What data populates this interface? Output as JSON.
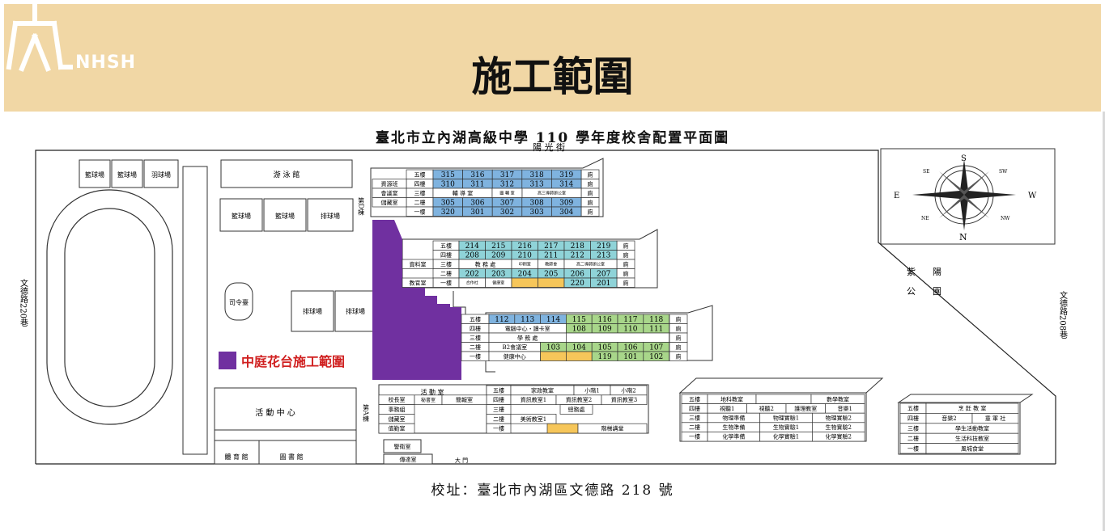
{
  "header": {
    "logo_text": "NHSH",
    "title": "施工範圍",
    "bg_color": "#f1d7a5"
  },
  "map": {
    "title": "臺北市立內湖高級中學 110 學年度校舍配置平面圖",
    "street_top": "陽 光 街",
    "street_left": "文德路220巷",
    "street_right": "文德路208巷",
    "park": [
      "紫",
      "陽",
      "公",
      "園"
    ],
    "address": "校址：臺北市內湖區文德路 218 號",
    "compass": {
      "n": "N",
      "s": "S",
      "e": "E",
      "w": "W",
      "ne": "NE",
      "nw": "NW",
      "se": "SE",
      "sw": "SW"
    },
    "facilities": {
      "basketball_1": "籃球場",
      "basketball_2": "籃球場",
      "badminton": "羽球場",
      "pool": "游 泳 館",
      "basketball_3": "籃球場",
      "basketball_4": "籃球場",
      "volleyball_1": "排球場",
      "podium": "司令臺",
      "volleyball_2": "排球場",
      "volleyball_3": "排球場",
      "activity_center": "活 動 中 心",
      "gym": "體 育 館",
      "library": "圖 書 館",
      "guard": "警衛室",
      "gate": "大 門",
      "reception": "傳達室",
      "cafeteria": "風城食堂"
    },
    "building_d_label": "第D棟",
    "building_a_label": "第A棟",
    "floors": [
      "五樓",
      "四樓",
      "三樓",
      "二樓",
      "一樓"
    ],
    "rooms_300": {
      "f5": [
        "315",
        "316",
        "317",
        "318",
        "319"
      ],
      "f4": [
        "310",
        "311",
        "312",
        "313",
        "314"
      ],
      "f3": [
        "輔 導 室",
        "圖 輔 室",
        "高三導師辦公室"
      ],
      "f2": [
        "305",
        "306",
        "307",
        "308",
        "309"
      ],
      "f1": [
        "320",
        "301",
        "302",
        "303",
        "304"
      ]
    },
    "rooms_300_left": [
      "資源班",
      "會議室",
      "儲藏室"
    ],
    "rooms_200": {
      "f5": [
        "214",
        "215",
        "216",
        "217",
        "218",
        "219"
      ],
      "f4": [
        "208",
        "209",
        "210",
        "211",
        "212",
        "213"
      ],
      "f3": [
        "教 務 處",
        "印刷室",
        "教師會",
        "高二導師辦公室"
      ],
      "f2": [
        "202",
        "203",
        "204",
        "205",
        "206",
        "207"
      ],
      "f1": [
        "合作社",
        "健康室",
        "220",
        "201"
      ]
    },
    "rooms_200_left": [
      "資料室",
      "教官室"
    ],
    "rooms_100": {
      "f5": [
        "112",
        "113",
        "114",
        "115",
        "116",
        "117",
        "118"
      ],
      "f4": [
        "電腦中心‧讀卡室",
        "108",
        "109",
        "110",
        "111"
      ],
      "f3": [
        "學 務 處"
      ],
      "f2": [
        "B2會議室",
        "103",
        "104",
        "105",
        "106",
        "107"
      ],
      "f1": [
        "健康中心",
        "119",
        "101",
        "102"
      ]
    },
    "toilet": "廁",
    "rooms_a": {
      "f5_right": [
        "家政教室",
        "小階1",
        "小階2"
      ],
      "f4": [
        "校長室",
        "秘書室",
        "簡報室",
        "資訊教室1",
        "資訊教室2",
        "資訊教室3"
      ],
      "f3": [
        "事務組",
        "總務處"
      ],
      "f2": [
        "儲藏室",
        "美術教室1"
      ],
      "f1": [
        "值勤室",
        "階梯講堂"
      ],
      "activity": "活 動 室"
    },
    "rooms_lab": {
      "f5": [
        "地科教室",
        "數學教室"
      ],
      "f4": [
        "視聽1",
        "視聽2",
        "護理教室",
        "音樂1"
      ],
      "f3": [
        "物理準備",
        "物理實驗1",
        "物理實驗2"
      ],
      "f2": [
        "生物準備",
        "生物實驗1",
        "生物實驗2"
      ],
      "f1": [
        "化學準備",
        "化學實驗1",
        "化學實驗2"
      ]
    },
    "rooms_east": {
      "f5": "烹 飪 教 室",
      "f4": [
        "音樂2",
        "童 軍 社"
      ],
      "f3": "學生活動教室",
      "f2": "生活科技教室",
      "f1": "風城食堂"
    }
  },
  "legend": {
    "label": "中庭花台施工範圍",
    "color": "#7030a0"
  },
  "colors": {
    "room_blue": "#7fb3df",
    "room_teal": "#8fd3d8",
    "room_green": "#a8d68a",
    "room_yellow": "#f6c65a",
    "construction": "#7030a0"
  }
}
